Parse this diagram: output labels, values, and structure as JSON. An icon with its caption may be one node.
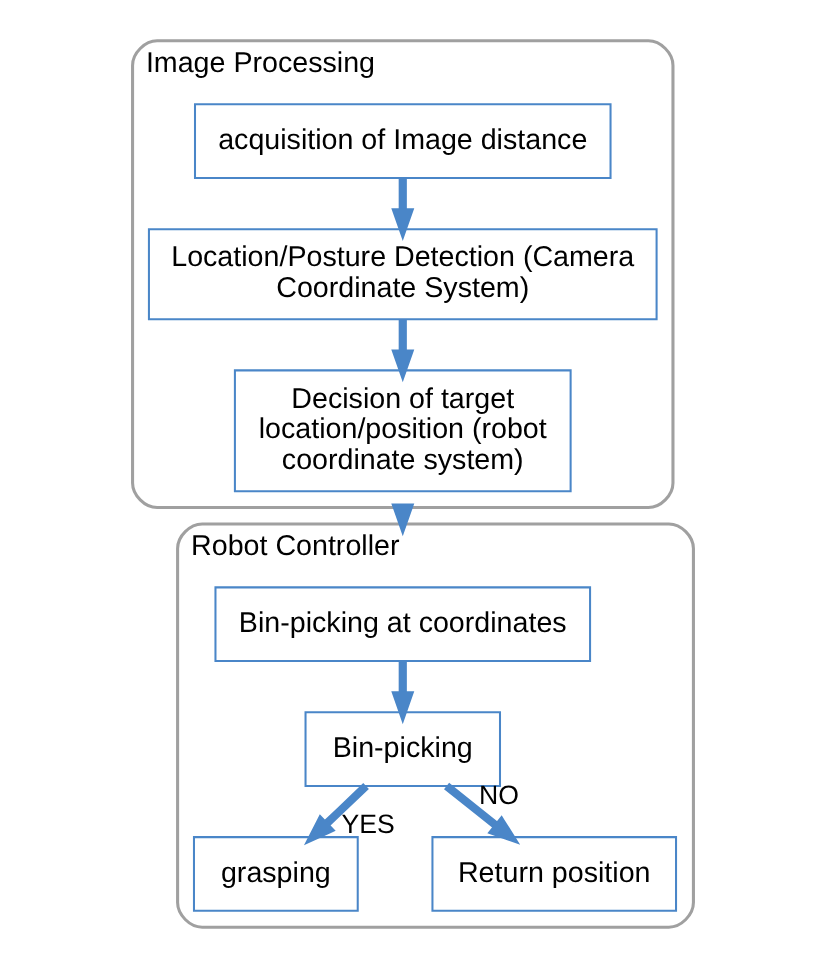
{
  "diagram": {
    "nodes": [
      {
        "text": [
          "Image Processing"
        ]
      },
      {
        "text": [
          "acquisition of Image distance"
        ],
        "in": 0
      },
      {
        "text": [
          "Location/Posture Detection (Camera Coordinate System)"
        ],
        "in": 0
      },
      {
        "text": [
          "Decision of target location/position (robot coordinate system)"
        ],
        "in": 0
      },
      {
        "text": [
          "Robot Controller"
        ]
      },
      {
        "text": [
          "Bin-picking at coordinates"
        ],
        "in": 4
      },
      {
        "text": [
          "Bin-picking"
        ],
        "in": 4
      },
      {
        "text": [
          "grasping"
        ],
        "in": 4
      },
      {
        "text": [
          "Return position"
        ],
        "in": 4
      }
    ],
    "edges": [
      {
        "from": 1,
        "to": 2,
        "arrow": "to"
      },
      {
        "from": 2,
        "to": 3,
        "arrow": "to"
      },
      {
        "from": 0,
        "to": 4,
        "arrow": "to"
      },
      {
        "from": 5,
        "to": 6,
        "arrow": "to"
      },
      {
        "from": 6,
        "to": 7,
        "arrow": "to",
        "label": "YES"
      },
      {
        "from": 6,
        "to": 8,
        "arrow": "to",
        "label": "NO"
      }
    ]
  }
}
